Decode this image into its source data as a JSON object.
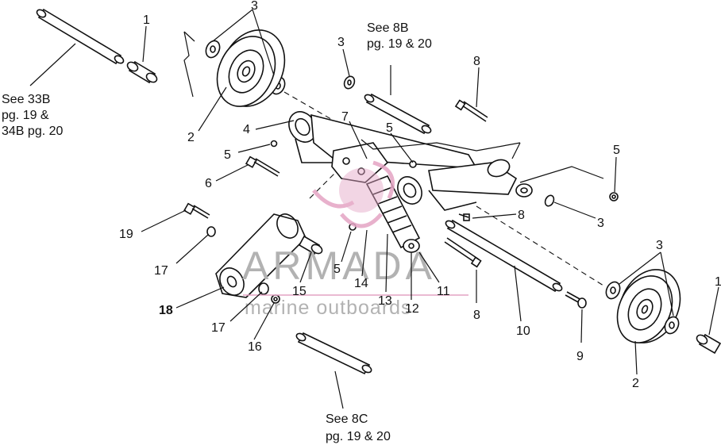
{
  "callouts": {
    "c1a": "1",
    "c1b": "1",
    "c2a": "2",
    "c2b": "2",
    "c3a": "3",
    "c3b": "3",
    "c3c": "3",
    "c3d": "3",
    "c4": "4",
    "c5a": "5",
    "c5b": "5",
    "c5c": "5",
    "c5d": "5",
    "c6": "6",
    "c7": "7",
    "c8a": "8",
    "c8b": "8",
    "c8c": "8",
    "c9": "9",
    "c10": "10",
    "c11": "11",
    "c12": "12",
    "c13": "13",
    "c14": "14",
    "c15": "15",
    "c16": "16",
    "c17a": "17",
    "c17b": "17",
    "c18": "18",
    "c19": "19"
  },
  "references": {
    "ref33b_l1": "See 33B",
    "ref33b_l2": "pg. 19 &",
    "ref33b_l3": "34B pg. 20",
    "ref8b_l1": "See 8B",
    "ref8b_l2": "pg. 19 &  20",
    "ref8c_l1": "See 8C",
    "ref8c_l2": "pg. 19 &  20"
  },
  "watermark": {
    "brand": "ARMADA",
    "tagline": "marine outboards",
    "accent_color": "#e4a4c4",
    "text_color": "#b2b2b2"
  }
}
